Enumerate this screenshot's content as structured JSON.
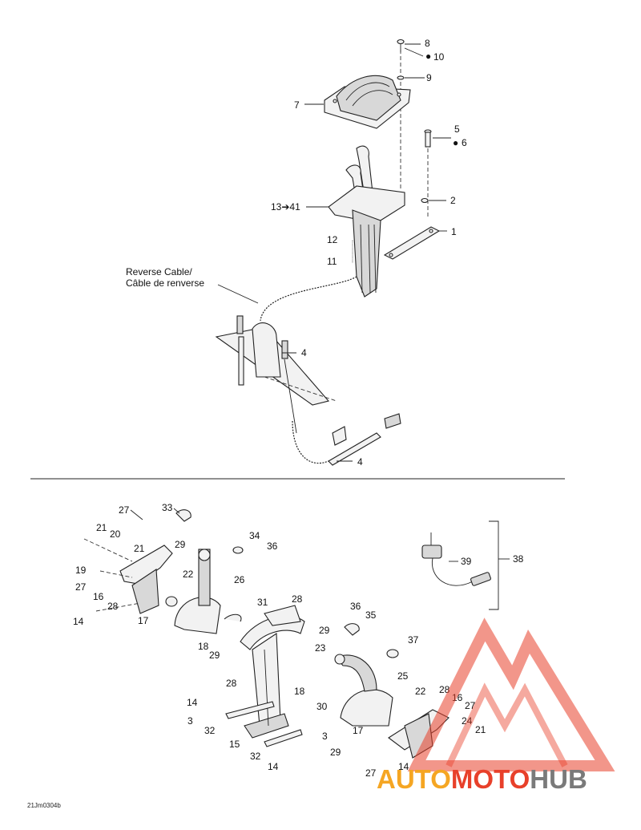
{
  "callouts": {
    "c8": "8",
    "c10": "10",
    "c9": "9",
    "c7": "7",
    "c5": "5",
    "c6": "6",
    "c13": "13➔41",
    "c2": "2",
    "c1": "1",
    "c12": "12",
    "c11": "11",
    "c4a": "4",
    "c4b": "4",
    "c27a": "27",
    "c33": "33",
    "c21a": "21",
    "c20": "20",
    "c34": "34",
    "c21b": "21",
    "c29a": "29",
    "c36a": "36",
    "c19": "19",
    "c22a": "22",
    "c27b": "27",
    "c26": "26",
    "c16a": "16",
    "c28a": "28",
    "c14a": "14",
    "c17a": "17",
    "c31": "31",
    "c28b": "28",
    "c36b": "36",
    "c35": "35",
    "c18a": "18",
    "c29b": "29",
    "c29c": "29",
    "c23": "23",
    "c37": "37",
    "c28c": "28",
    "c25": "25",
    "c18b": "18",
    "c22b": "22",
    "c28d": "28",
    "c14b": "14",
    "c30": "30",
    "c16b": "16",
    "c3a": "3",
    "c27c": "27",
    "c32a": "32",
    "c17b": "17",
    "c24": "24",
    "c21c": "21",
    "c15": "15",
    "c3b": "3",
    "c29d": "29",
    "c32b": "32",
    "c14c": "14",
    "c27d": "27",
    "c14d": "14",
    "c39": "39",
    "c38": "38"
  },
  "reverse_cable": {
    "line1": "Reverse Cable/",
    "line2": "Câble de renverse"
  },
  "footer": {
    "code": "21Jm0304b"
  },
  "watermark": {
    "part1": "AUTO",
    "part2": "MOTO",
    "part3": "HUB",
    "color1": "#f5a623",
    "color2": "#e8402a",
    "color3": "#7a7a7a",
    "triangle_color": "#e8402a"
  }
}
